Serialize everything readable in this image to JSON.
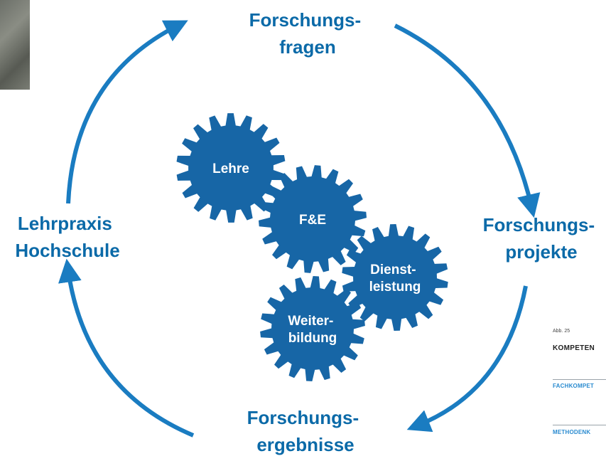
{
  "cycle": {
    "top": [
      "Forschungs-",
      "fragen"
    ],
    "right": [
      "Forschungs-",
      "projekte"
    ],
    "bottom": [
      "Forschungs-",
      "ergebnisse"
    ],
    "left": [
      "Lehrpraxis",
      "Hochschule"
    ]
  },
  "gears": {
    "lehre": [
      "Lehre"
    ],
    "fe": [
      "F&E"
    ],
    "dienstleistung": [
      "Dienst-",
      "leistung"
    ],
    "weiterbildung": [
      "Weiter-",
      "bildung"
    ]
  },
  "side_panel": {
    "figure_ref": "Abb. 25",
    "heading": "KOMPETEN",
    "categories": [
      "FACHKOMPET",
      "METHODENK"
    ]
  },
  "colors": {
    "brand_blue": "#0b6aa8",
    "arrow_blue": "#1a7cc1",
    "gear_blue": "#1766a6",
    "category_blue": "#2a8bd0"
  }
}
